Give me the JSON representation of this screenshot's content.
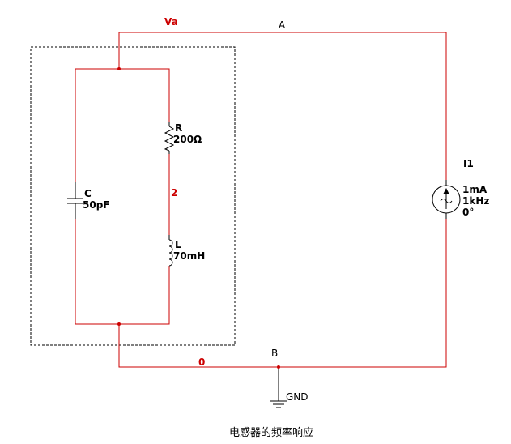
{
  "colors": {
    "wire": "#cc0000",
    "component": "#000000",
    "box": "#000000",
    "background": "#ffffff"
  },
  "nodes": {
    "va": "Va",
    "a": "A",
    "b": "B",
    "n2": "2",
    "n0": "0"
  },
  "components": {
    "resistor": {
      "name": "R",
      "value": "200Ω",
      "icon": "resistor-icon"
    },
    "capacitor": {
      "name": "C",
      "value": "50pF",
      "icon": "capacitor-icon"
    },
    "inductor": {
      "name": "L",
      "value": "70mH",
      "icon": "inductor-icon"
    },
    "source": {
      "name": "I1",
      "amplitude": "1mA",
      "frequency": "1kHz",
      "phase": "0°",
      "icon": "ac-current-source-icon"
    },
    "ground": {
      "name": "GND",
      "icon": "ground-icon"
    }
  },
  "caption": "电感器的频率响应"
}
